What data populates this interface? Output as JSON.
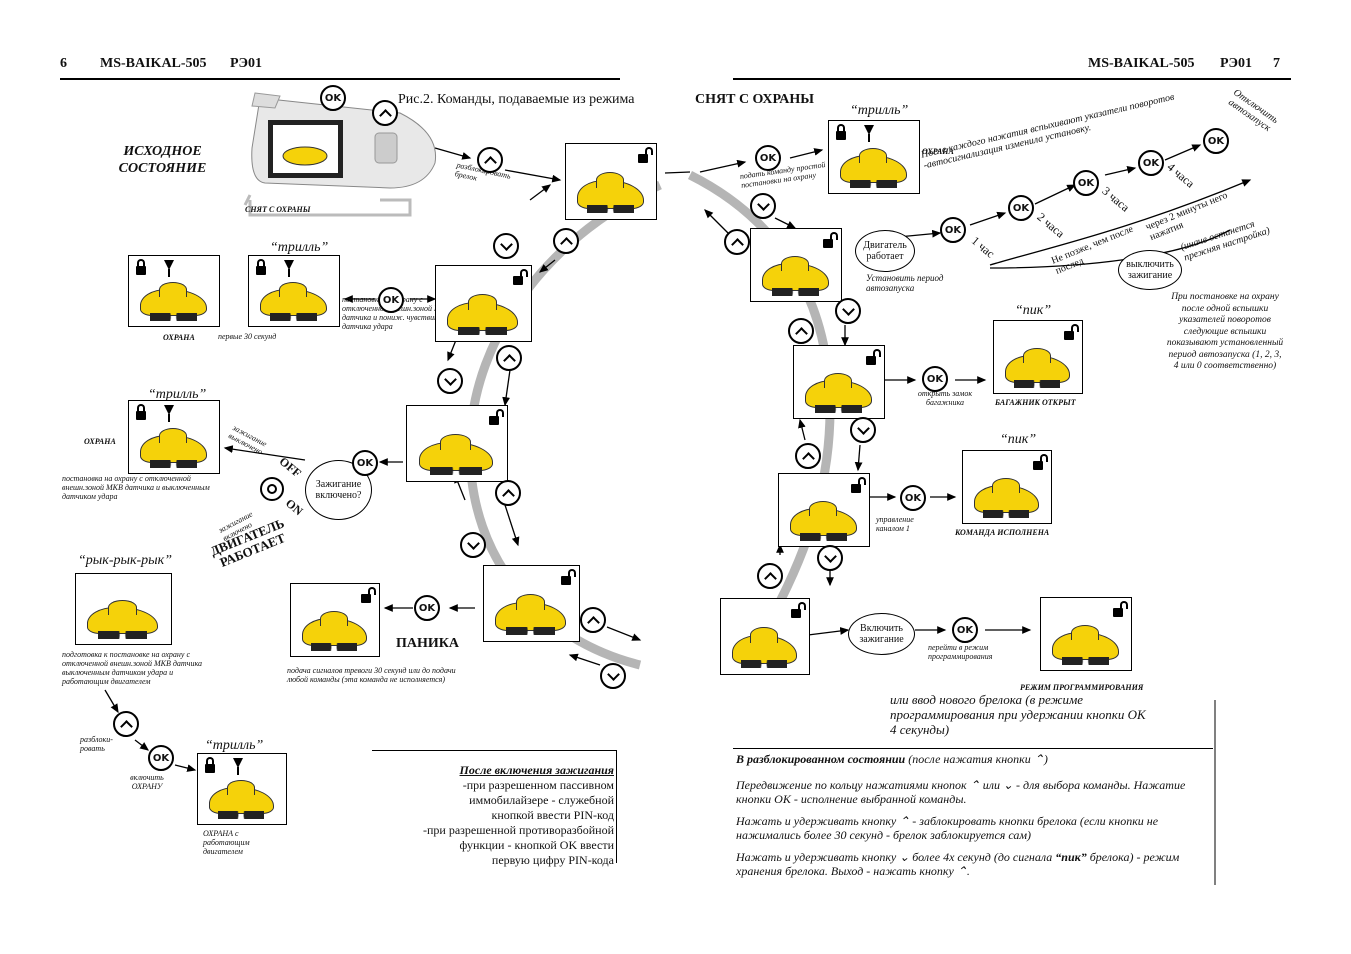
{
  "left_header": {
    "page": "6",
    "title": "MS-BAIKAL-505",
    "code": "РЭ01"
  },
  "right_header": {
    "title": "MS-BAIKAL-505",
    "code": "РЭ01",
    "page": "7"
  },
  "figure_caption": "Рис.2. Команды, подаваемые из режима",
  "mode_title": "СНЯТ С ОХРАНЫ",
  "initial_state": "ИСХОДНОЕ СОСТОЯНИЕ",
  "fob_label": "СНЯТ С ОХРАНЫ",
  "labels": {
    "unlock_fob": "разблокировать брелок",
    "set_guard_simple": "подать команду простой постановки на охрану",
    "guard_detached": "постановка на охрану с отключенной внешн.зоной МКВ датчика и пониж. чувствит-ю датчика удара",
    "first30": "первые 30 секунд",
    "guard_no_sensors": "постановка на охрану с отключенной внешн.зоной МКВ датчика и выключенным датчиком удара",
    "ignition_off": "зажигание выключено",
    "ignition_on": "зажигание включено",
    "off": "OFF",
    "on": "ON",
    "engine_running": "ДВИГАТЕЛЬ РАБОТАЕТ",
    "prep_guard_engine": "подготовка к постановке на охрану с отключенной внешн.зоной МКВ датчика выключенным датчиком удара и работающим двигателем",
    "unlock2": "разблоки-ровать",
    "enable_guard": "включить ОХРАНУ",
    "panic_signals": "подача сигналов тревоги 30 секунд или до подачи любой команды (эта команда не исполняется)",
    "open_trunk": "открыть замок багажника",
    "channel1": "управление каналом 1",
    "go_prog": "перейти в режим программирования",
    "set_period": "Установить период автозапуска",
    "engine_works": "Двигатель работает",
    "ignition_q": "Зажигание включено?",
    "turn_on_ign": "Включить зажигание",
    "turn_off_ign": "выключить зажигание",
    "flashes": "После каждого нажатия вспыхивают указатели поворотов -автосигнализация изменила установку.",
    "disable_autostart": "Отключить автозапуск",
    "h1": "1 час",
    "h2": "2 часа",
    "h3": "3 часа",
    "h4": "4 часа",
    "not_later": "Не позже, чем после послед",
    "in2min": "через 2 минуты него нажатия",
    "otherwise": "(иначе останется прежняя настройка)",
    "guard_flash_note": "При постановке на охрану после одной вспышки указателей поворотов следующие вспышки показывают установленный период автозапуска (1, 2, 3, 4 или 0 соответственно)",
    "new_fob": "или ввод нового брелока (в режиме программирования при удержании кнопки OK 4 секунды)"
  },
  "states": {
    "guard": "ОХРАНА",
    "guard_engine": "ОХРАНА с работающим двигателем",
    "panic": "ПАНИКА",
    "trunk_open": "БАГАЖНИК ОТКРЫТ",
    "cmd_done": "КОМАНДА ИСПОЛНЕНА",
    "prog_mode": "РЕЖИМ ПРОГРАММИРОВАНИЯ"
  },
  "sounds": {
    "trill": "“трилль”",
    "pik": "“пик”",
    "ryk": "“рык-рык-рык”"
  },
  "ignition_box": {
    "title": "После включения зажигания",
    "lines": [
      "-при разрешенном пассивном",
      "иммобилайзере - служебной",
      "кнопкой ввести PIN-код",
      "-при разрешенной противоразбойной",
      "функции - кнопкой OK ввести",
      "первую цифру PIN-кода"
    ]
  },
  "unlocked_box": {
    "title": "В разблокированном состоянии",
    "title_note": "(после нажатия кнопки ⌃)",
    "p1": "Передвижение по кольцу нажатиями кнопок ⌃ или ⌄ - для выбора команды. Нажатие кнопки OK - исполнение выбранной команды.",
    "p2": "Нажать и удерживать кнопку ⌃ - заблокировать кнопки брелока (если кнопки не нажимались более 30 секунд - брелок заблокируется сам)",
    "p3_a": "Нажать и удерживать кнопку ⌄ более 4х секунд (до сигнала",
    "p3_b": "“пик”",
    "p3_c": "брелока) - режим хранения брелока. Выход - нажать кнопку ⌃."
  },
  "colors": {
    "car": "#f5d20a",
    "car_stroke": "#333",
    "ring": "#b5b5b5"
  }
}
